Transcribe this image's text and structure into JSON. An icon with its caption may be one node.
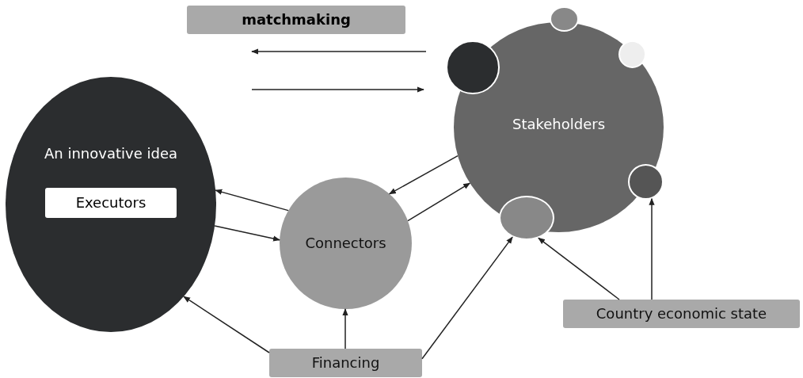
{
  "diagram": {
    "nodes": [
      {
        "text": [
          "matchmaking"
        ]
      },
      {
        "text": [
          "An innovative idea"
        ]
      },
      {
        "text": [
          "Executors"
        ],
        "in": 1
      },
      {
        "text": [
          "Connectors"
        ]
      },
      {
        "text": [
          "Stakeholders"
        ]
      },
      {
        "text": [],
        "shape": "circle"
      },
      {
        "text": [],
        "shape": "circle"
      },
      {
        "text": [],
        "shape": "circle"
      },
      {
        "text": [],
        "shape": "circle",
        "in": 4
      },
      {
        "text": [],
        "shape": "circle",
        "in": 4
      },
      {
        "text": [
          "Financing"
        ]
      },
      {
        "text": [
          "Country economic state"
        ]
      }
    ],
    "edges": [
      {
        "from": 3,
        "to": 1,
        "arrow": "to"
      },
      {
        "from": 1,
        "to": 3,
        "arrow": "to"
      },
      {
        "from": 3,
        "to": 4,
        "arrow": "to"
      },
      {
        "from": 4,
        "to": 3,
        "arrow": "to"
      },
      {
        "from": 10,
        "to": 1,
        "arrow": "to"
      },
      {
        "from": 10,
        "to": 3,
        "arrow": "to"
      },
      {
        "from": 10,
        "to": 6,
        "arrow": "to"
      },
      {
        "from": 11,
        "to": 6,
        "arrow": "to"
      },
      {
        "from": 11,
        "to": 9,
        "arrow": "to"
      }
    ]
  }
}
